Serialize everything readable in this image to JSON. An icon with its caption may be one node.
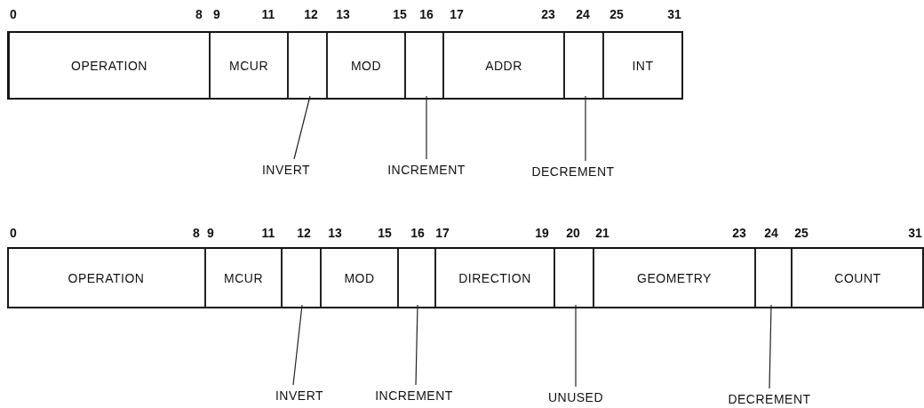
{
  "diagram": {
    "nodes": [
      {
        "text": [
          "OPERATION"
        ]
      },
      {
        "text": [
          "MCUR"
        ]
      },
      {
        "text": [],
        "shape": "box"
      },
      {
        "text": [
          "MOD"
        ]
      },
      {
        "text": [],
        "shape": "box"
      },
      {
        "text": [
          "ADDR"
        ]
      },
      {
        "text": [],
        "shape": "box"
      },
      {
        "text": [
          "INT"
        ]
      },
      {
        "text": [
          "INVERT"
        ]
      },
      {
        "text": [
          "INCREMENT"
        ]
      },
      {
        "text": [
          "DECREMENT"
        ]
      },
      {
        "text": [
          "OPERATION"
        ]
      },
      {
        "text": [
          "MCUR"
        ]
      },
      {
        "text": [],
        "shape": "box"
      },
      {
        "text": [
          "MOD"
        ]
      },
      {
        "text": [],
        "shape": "box"
      },
      {
        "text": [
          "DIRECTION"
        ]
      },
      {
        "text": [],
        "shape": "box"
      },
      {
        "text": [
          "GEOMETRY"
        ]
      },
      {
        "text": [],
        "shape": "box"
      },
      {
        "text": [
          "COUNT"
        ]
      },
      {
        "text": [
          "INVERT"
        ]
      },
      {
        "text": [
          "INCREMENT"
        ]
      },
      {
        "text": [
          "UNUSED"
        ]
      },
      {
        "text": [
          "DECREMENT"
        ]
      }
    ],
    "edges": [
      {
        "from": 8,
        "to": 2,
        "arrow": "none"
      },
      {
        "from": 9,
        "to": 4,
        "arrow": "none"
      },
      {
        "from": 10,
        "to": 6,
        "arrow": "none"
      },
      {
        "from": 21,
        "to": 13,
        "arrow": "none"
      },
      {
        "from": 22,
        "to": 15,
        "arrow": "none"
      },
      {
        "from": 23,
        "to": 17,
        "arrow": "none"
      },
      {
        "from": 24,
        "to": 19,
        "arrow": "none"
      }
    ],
    "labels": [
      "0",
      "8",
      "9",
      "11",
      "12",
      "13",
      "15",
      "16",
      "17",
      "23",
      "24",
      "25",
      "31",
      "0",
      "8",
      "9",
      "11",
      "12",
      "13",
      "15",
      "16",
      "17",
      "19",
      "20",
      "21",
      "23",
      "24",
      "25",
      "31"
    ]
  }
}
